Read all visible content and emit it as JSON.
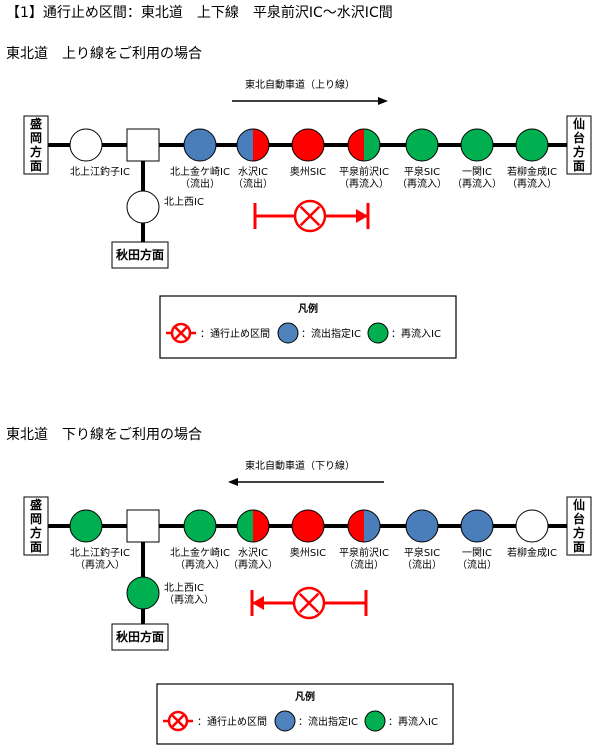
{
  "page_title": "【1】通行止め区間：東北道　上下線　平泉前沢IC〜水沢IC間",
  "colors": {
    "green": "#00b050",
    "blue": "#4a7ebb",
    "red": "#ff0000",
    "white": "#ffffff",
    "legend_blue": "#4f81bd"
  },
  "sections": [
    {
      "heading": "東北道　上り線をご利用の場合",
      "direction_label": "東北自動車道（上り線）",
      "left_end": [
        "盛",
        "岡",
        "方",
        "面"
      ],
      "right_end": [
        "仙",
        "台",
        "方",
        "面"
      ],
      "branch_label": "秋田方面",
      "main_nodes": [
        {
          "lines": [
            "北上江釣子IC"
          ],
          "fill": [
            "white"
          ]
        },
        {
          "lines": [
            "北上金ケ崎IC",
            "（流出）"
          ],
          "fill": [
            "blue"
          ]
        },
        {
          "lines": [
            "水沢IC",
            "（流出）"
          ],
          "fill": [
            "blue",
            "red"
          ]
        },
        {
          "lines": [
            "奥州SIC"
          ],
          "fill": [
            "red"
          ]
        },
        {
          "lines": [
            "平泉前沢IC",
            "（再流入）"
          ],
          "fill": [
            "red",
            "green"
          ]
        },
        {
          "lines": [
            "平泉SIC",
            "（再流入）"
          ],
          "fill": [
            "green"
          ]
        },
        {
          "lines": [
            "一関IC",
            "（再流入）"
          ],
          "fill": [
            "green"
          ]
        },
        {
          "lines": [
            "若柳金成IC",
            "（再流入）"
          ],
          "fill": [
            "green"
          ]
        }
      ],
      "branch_node": {
        "lines": [
          "北上西IC"
        ],
        "fill": [
          "white"
        ]
      },
      "legend": {
        "title": "凡例",
        "closure": "：通行止め区間",
        "exit": "：流出指定IC",
        "reentry": "：再流入IC"
      }
    },
    {
      "heading": "東北道　下り線をご利用の場合",
      "direction_label": "東北自動車道（下り線）",
      "left_end": [
        "盛",
        "岡",
        "方",
        "面"
      ],
      "right_end": [
        "仙",
        "台",
        "方",
        "面"
      ],
      "branch_label": "秋田方面",
      "main_nodes": [
        {
          "lines": [
            "北上江釣子IC",
            "（再流入）"
          ],
          "fill": [
            "green"
          ]
        },
        {
          "lines": [
            "北上金ケ崎IC",
            "（再流入）"
          ],
          "fill": [
            "green"
          ]
        },
        {
          "lines": [
            "水沢IC",
            "（再流入）"
          ],
          "fill": [
            "green",
            "red"
          ]
        },
        {
          "lines": [
            "奥州SIC"
          ],
          "fill": [
            "red"
          ]
        },
        {
          "lines": [
            "平泉前沢IC",
            "（流出）"
          ],
          "fill": [
            "red",
            "blue"
          ]
        },
        {
          "lines": [
            "平泉SIC",
            "（流出）"
          ],
          "fill": [
            "blue"
          ]
        },
        {
          "lines": [
            "一関IC",
            "（流出）"
          ],
          "fill": [
            "blue"
          ]
        },
        {
          "lines": [
            "若柳金成IC"
          ],
          "fill": [
            "white"
          ]
        }
      ],
      "branch_node": {
        "lines": [
          "北上西IC",
          "（再流入）"
        ],
        "fill": [
          "green"
        ]
      },
      "legend": {
        "title": "凡例",
        "closure": "：通行止め区間",
        "exit": "：流出指定IC",
        "reentry": "：再流入IC"
      }
    }
  ]
}
